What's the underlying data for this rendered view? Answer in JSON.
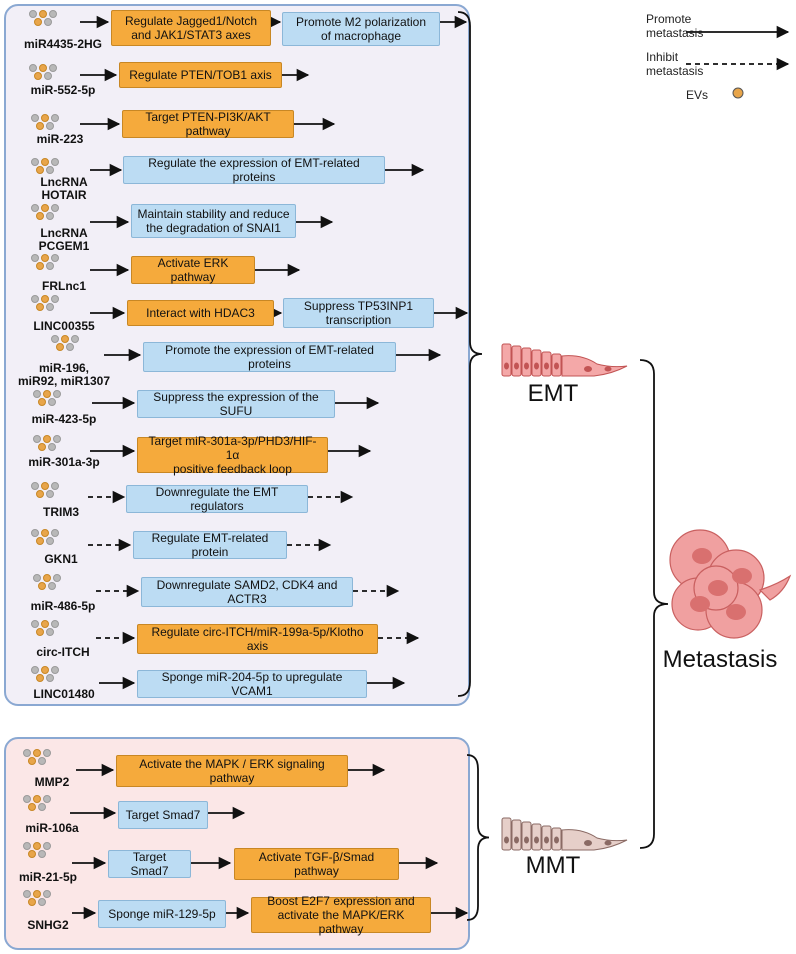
{
  "emt_rows": [
    {
      "label": "miR4435-2HG",
      "boxes": [
        {
          "text": "Regulate Jagged1/Notch\nand JAK1/STAT3 axes",
          "color": "orange"
        },
        {
          "text": "Promote M2 polarization\nof macrophage",
          "color": "blue"
        }
      ],
      "style": "solid"
    },
    {
      "label": "miR-552-5p",
      "boxes": [
        {
          "text": "Regulate PTEN/TOB1 axis",
          "color": "orange"
        }
      ],
      "style": "solid"
    },
    {
      "label": "miR-223",
      "boxes": [
        {
          "text": "Target PTEN-PI3K/AKT pathway",
          "color": "orange"
        }
      ],
      "style": "solid"
    },
    {
      "label": "LncRNA\nHOTAIR",
      "boxes": [
        {
          "text": "Regulate the expression of EMT-related proteins",
          "color": "blue"
        }
      ],
      "style": "solid"
    },
    {
      "label": "LncRNA\nPCGEM1",
      "boxes": [
        {
          "text": "Maintain stability and reduce\nthe degradation of SNAI1",
          "color": "blue"
        }
      ],
      "style": "solid"
    },
    {
      "label": "FRLnc1",
      "boxes": [
        {
          "text": "Activate ERK  pathway",
          "color": "orange"
        }
      ],
      "style": "solid"
    },
    {
      "label": "LINC00355",
      "boxes": [
        {
          "text": "Interact with HDAC3",
          "color": "orange"
        },
        {
          "text": "Suppress TP53INP1\ntranscription",
          "color": "blue"
        }
      ],
      "style": "solid"
    },
    {
      "label": "miR-196,\nmiR92, miR1307",
      "boxes": [
        {
          "text": "Promote the expression of EMT-related proteins",
          "color": "blue"
        }
      ],
      "style": "solid"
    },
    {
      "label": "miR-423-5p",
      "boxes": [
        {
          "text": "Suppress the expression of the SUFU",
          "color": "blue"
        }
      ],
      "style": "solid"
    },
    {
      "label": "miR-301a-3p",
      "boxes": [
        {
          "text": "Target miR-301a-3p/PHD3/HIF-1α\npositive feedback loop",
          "color": "orange"
        }
      ],
      "style": "solid"
    },
    {
      "label": "TRIM3",
      "boxes": [
        {
          "text": "Downregulate the EMT regulators",
          "color": "blue"
        }
      ],
      "style": "dashed"
    },
    {
      "label": "GKN1",
      "boxes": [
        {
          "text": "Regulate EMT-related protein",
          "color": "blue"
        }
      ],
      "style": "dashed"
    },
    {
      "label": "miR-486-5p",
      "boxes": [
        {
          "text": "Downregulate SAMD2, CDK4 and ACTR3",
          "color": "blue"
        }
      ],
      "style": "dashed"
    },
    {
      "label": "circ-ITCH",
      "boxes": [
        {
          "text": "Regulate circ-ITCH/miR-199a-5p/Klotho axis",
          "color": "orange"
        }
      ],
      "style": "dashed"
    },
    {
      "label": "LINC01480",
      "boxes": [
        {
          "text": "Sponge miR-204-5p to upregulate VCAM1",
          "color": "blue"
        }
      ],
      "style": "solid"
    }
  ],
  "mmt_rows": [
    {
      "label": "MMP2",
      "boxes": [
        {
          "text": "Activate the MAPK / ERK signaling pathway",
          "color": "orange"
        }
      ],
      "style": "solid"
    },
    {
      "label": "miR-106a",
      "boxes": [
        {
          "text": "Target Smad7",
          "color": "blue"
        }
      ],
      "style": "solid"
    },
    {
      "label": "miR-21-5p",
      "boxes": [
        {
          "text": "Target Smad7",
          "color": "blue"
        },
        {
          "text": "Activate TGF-β/Smad pathway",
          "color": "orange"
        }
      ],
      "style": "solid"
    },
    {
      "label": "SNHG2",
      "boxes": [
        {
          "text": "Sponge miR-129-5p",
          "color": "blue"
        },
        {
          "text": "Boost E2F7 expression and\nactivate the MAPK/ERK pathway",
          "color": "orange"
        }
      ],
      "style": "solid"
    }
  ],
  "outcomes": {
    "emt": "EMT",
    "mmt": "MMT",
    "metastasis": "Metastasis"
  },
  "legend": {
    "promote": "Promote\nmetastasis",
    "inhibit": "Inhibit\nmetastasis",
    "evs": "EVs"
  },
  "colors": {
    "orange": "#f5aa3c",
    "blue": "#bcdcf3",
    "emt_panel": "#f2eff7",
    "mmt_panel": "#fbe7e7",
    "panel_border": "#8aa8d2"
  }
}
